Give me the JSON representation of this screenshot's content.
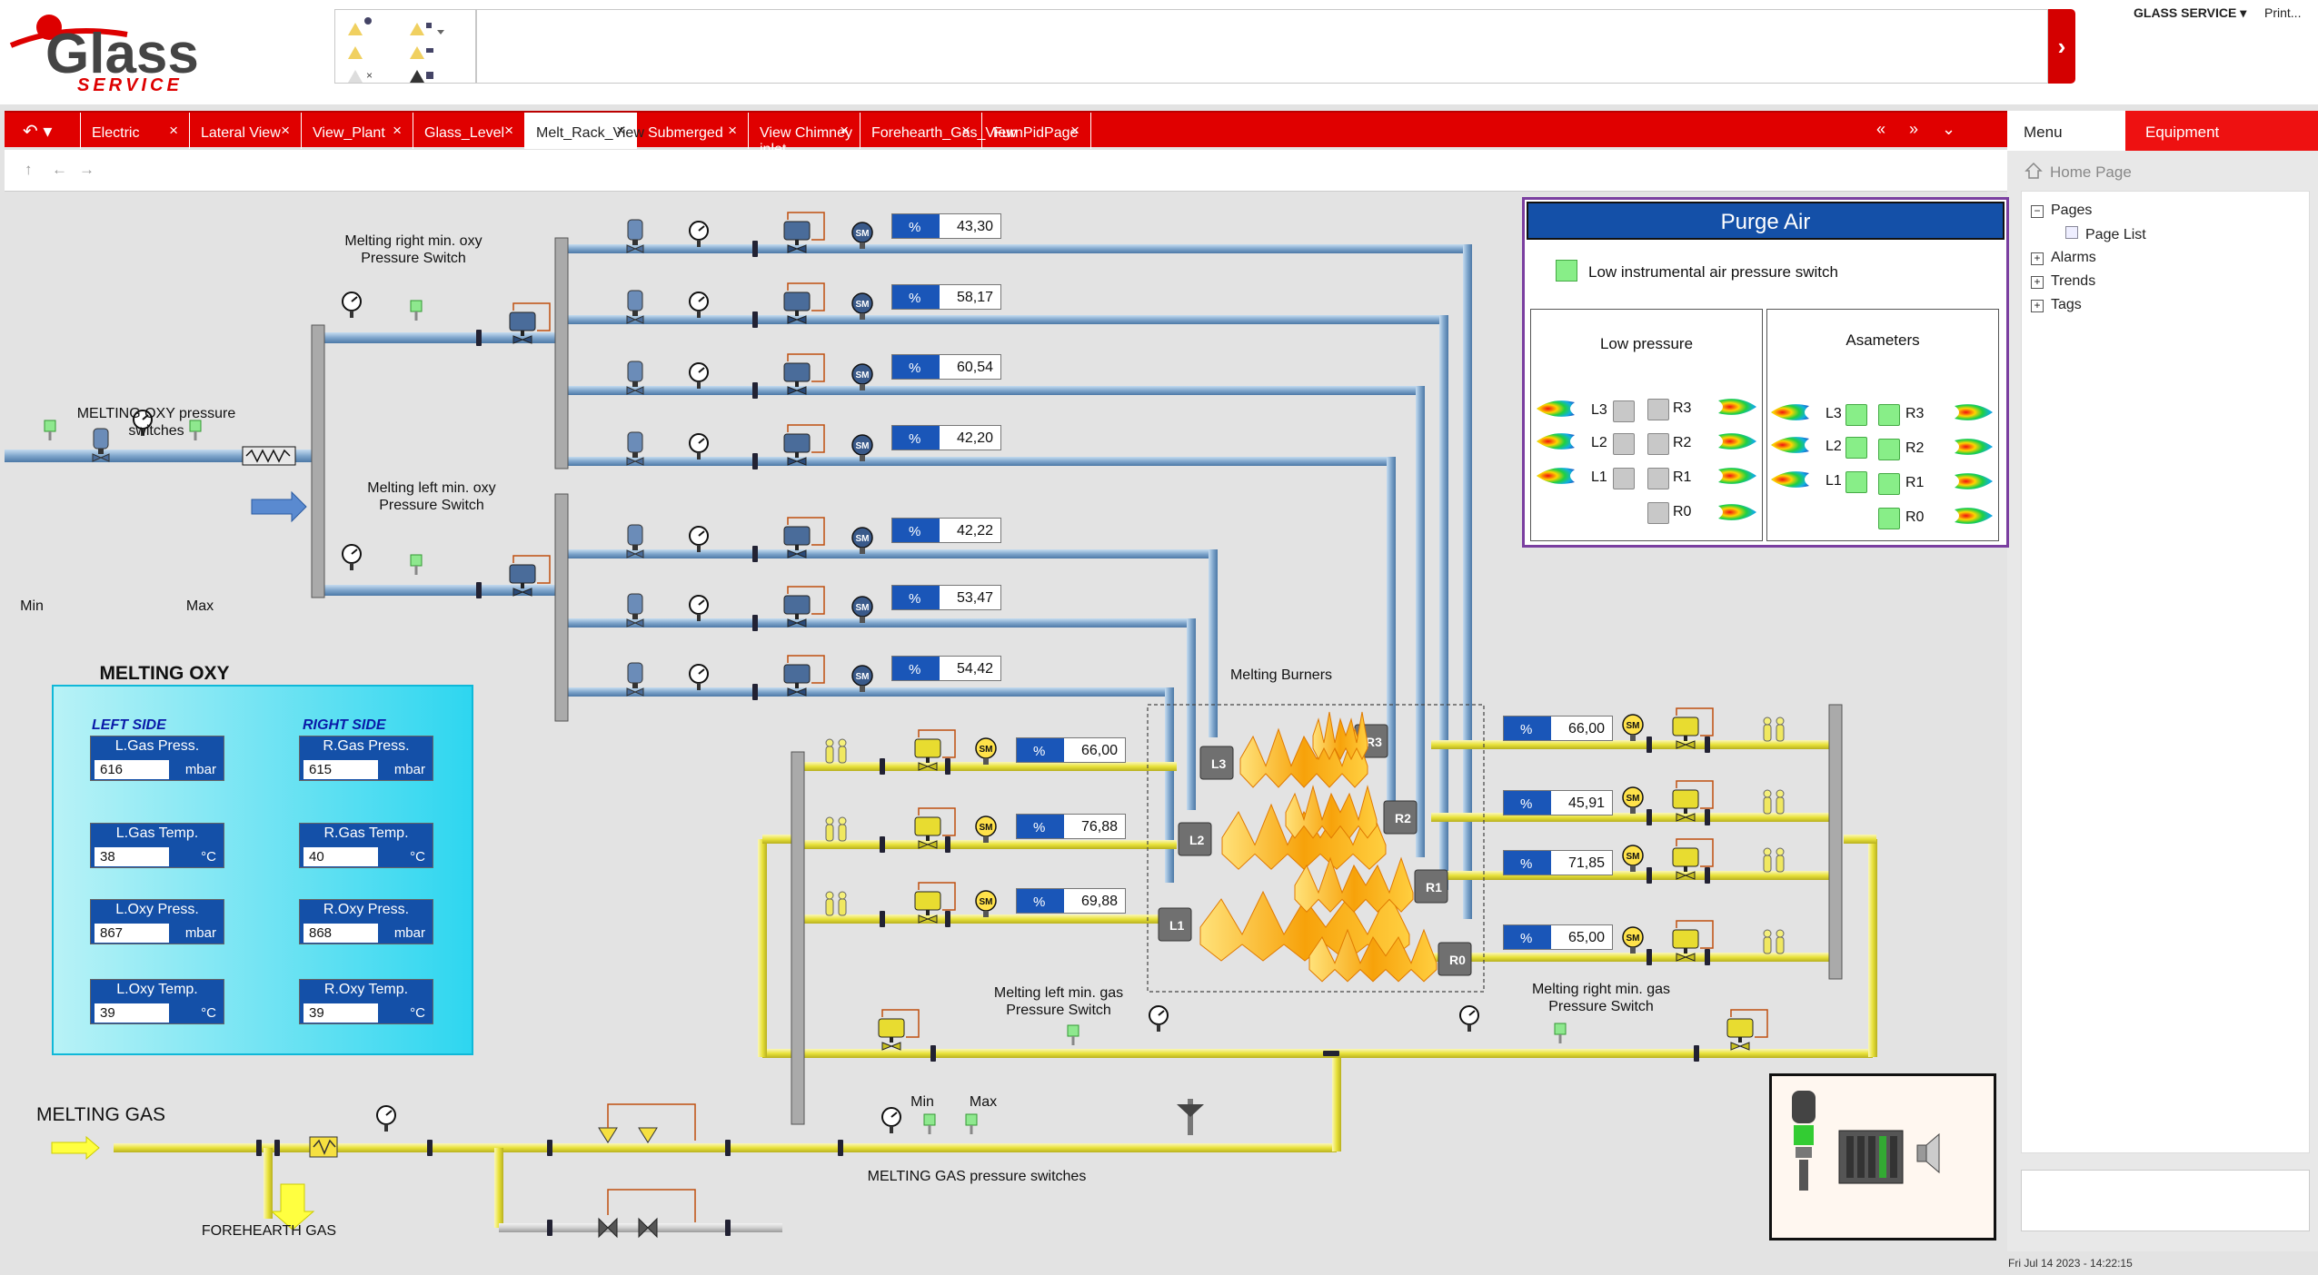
{
  "header": {
    "brand": "Glass",
    "brand_sub": "SERVICE",
    "user": "GLASS SERVICE",
    "print": "Print..."
  },
  "tabs": [
    {
      "label": "Electric"
    },
    {
      "label": "Lateral View"
    },
    {
      "label": "View_Plant"
    },
    {
      "label": "Glass_Level"
    },
    {
      "label": "Melt_Rack_View",
      "active": true
    },
    {
      "label": "Submerged"
    },
    {
      "label": "View Chimney inlet"
    },
    {
      "label": "Forehearth_Gas_View"
    },
    {
      "label": "FurnPidPage"
    }
  ],
  "tab_close": "×",
  "side": {
    "menu": "Menu",
    "equipment": "Equipment",
    "home": "Home Page",
    "tree": {
      "pages": "Pages",
      "page_list": "Page List",
      "alarms": "Alarms",
      "trends": "Trends",
      "tags": "Tags"
    }
  },
  "timestamp": "Fri Jul 14 2023 - 14:22:15",
  "labels": {
    "melting_oxy_ps": "MELTING OXY pressure switches",
    "min": "Min",
    "max": "Max",
    "melting_oxy": "MELTING OXY",
    "right_min_oxy": "Melting right min. oxy\nPressure Switch",
    "left_min_oxy": "Melting left min. oxy\nPressure Switch",
    "melting_burners": "Melting Burners",
    "left_min_gas": "Melting left min. gas\nPressure Switch",
    "right_min_gas": "Melting right min. gas\nPressure Switch",
    "melting_gas": "MELTING GAS",
    "gas_min": "Min",
    "gas_max": "Max",
    "melting_gas_ps": "MELTING GAS pressure switches",
    "forehearth_gas": "FOREHEARTH GAS"
  },
  "oxy_flows": [
    {
      "pct": "%",
      "value": "43,30"
    },
    {
      "pct": "%",
      "value": "58,17"
    },
    {
      "pct": "%",
      "value": "60,54"
    },
    {
      "pct": "%",
      "value": "42,20"
    },
    {
      "pct": "%",
      "value": "42,22"
    },
    {
      "pct": "%",
      "value": "53,47"
    },
    {
      "pct": "%",
      "value": "54,42"
    }
  ],
  "gas_left": [
    {
      "pct": "%",
      "value": "66,00"
    },
    {
      "pct": "%",
      "value": "76,88"
    },
    {
      "pct": "%",
      "value": "69,88"
    }
  ],
  "gas_right": [
    {
      "pct": "%",
      "value": "66,00"
    },
    {
      "pct": "%",
      "value": "45,91"
    },
    {
      "pct": "%",
      "value": "71,85"
    },
    {
      "pct": "%",
      "value": "65,00"
    }
  ],
  "burners": {
    "left": [
      "L3",
      "L2",
      "L1"
    ],
    "right": [
      "R3",
      "R2",
      "R1",
      "R0"
    ]
  },
  "purge": {
    "title": "Purge Air",
    "legend": "Low instrumental air pressure switch",
    "low_pressure": "Low pressure",
    "asameters": "Asameters",
    "lp_left": [
      "L3",
      "L2",
      "L1"
    ],
    "lp_right": [
      "R3",
      "R2",
      "R1",
      "R0"
    ],
    "as_left": [
      "L3",
      "L2",
      "L1"
    ],
    "as_right": [
      "R3",
      "R2",
      "R1",
      "R0"
    ]
  },
  "sides": {
    "left_header": "LEFT SIDE",
    "right_header": "RIGHT SIDE",
    "left": [
      {
        "title": "L.Gas Press.",
        "value": "616",
        "unit": "mbar"
      },
      {
        "title": "L.Gas Temp.",
        "value": "38",
        "unit": "°C"
      },
      {
        "title": "L.Oxy Press.",
        "value": "867",
        "unit": "mbar"
      },
      {
        "title": "L.Oxy Temp.",
        "value": "39",
        "unit": "°C"
      }
    ],
    "right": [
      {
        "title": "R.Gas Press.",
        "value": "615",
        "unit": "mbar"
      },
      {
        "title": "R.Gas Temp.",
        "value": "40",
        "unit": "°C"
      },
      {
        "title": "R.Oxy Press.",
        "value": "868",
        "unit": "mbar"
      },
      {
        "title": "R.Oxy Temp.",
        "value": "39",
        "unit": "°C"
      }
    ]
  },
  "colors": {
    "accent": "#e00000",
    "oxy_pipe": "#7fa6cc",
    "gas_pipe": "#e8e23a",
    "valbox": "#1450a8",
    "led_green": "#88ee88",
    "led_grey": "#c8c8c8"
  }
}
